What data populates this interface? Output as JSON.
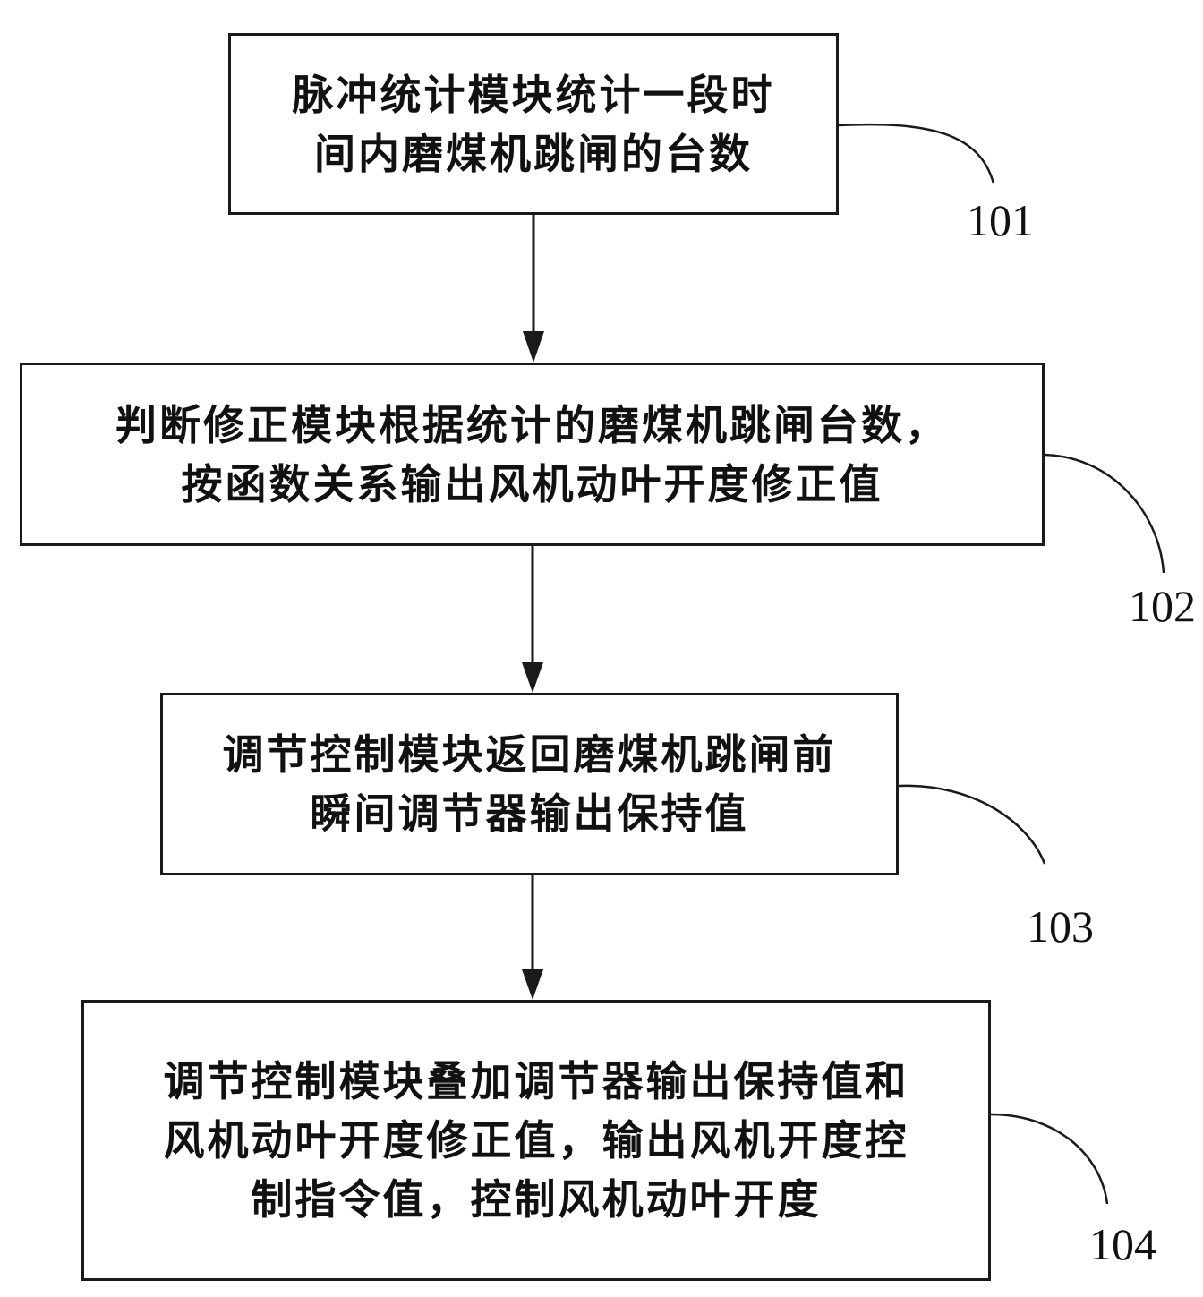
{
  "steps": [
    {
      "id": "101",
      "lines": [
        "脉冲统计模块统计一段时",
        "间内磨煤机跳闸的台数"
      ]
    },
    {
      "id": "102",
      "lines": [
        "判断修正模块根据统计的磨煤机跳闸台数，",
        "按函数关系输出风机动叶开度修正值"
      ]
    },
    {
      "id": "103",
      "lines": [
        "调节控制模块返回磨煤机跳闸前",
        "瞬间调节器输出保持值"
      ]
    },
    {
      "id": "104",
      "lines": [
        "调节控制模块叠加调节器输出保持值和",
        "风机动叶开度修正值，输出风机开度控",
        "制指令值，控制风机动叶开度"
      ]
    }
  ],
  "colors": {
    "stroke": "#1a1a1a",
    "text": "#111111",
    "background": "#ffffff"
  }
}
